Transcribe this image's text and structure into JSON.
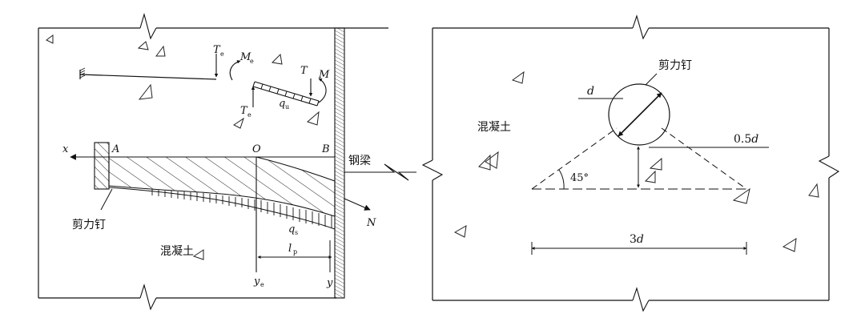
{
  "left": {
    "label_Te_top": "T",
    "label_Te_top_sub": "e",
    "label_Me": "M",
    "label_Me_sub": "e",
    "label_T": "T",
    "label_M": "M",
    "label_Te_bottom": "T",
    "label_Te_bottom_sub": "e",
    "label_qu": "q",
    "label_qu_sub": "u",
    "label_x": "x",
    "label_A": "A",
    "label_O": "O",
    "label_B": "B",
    "label_steel_beam": "钢梁",
    "label_shear_stud": "剪力钉",
    "label_concrete": "混凝土",
    "label_qs": "q",
    "label_qs_sub": "s",
    "label_N": "N",
    "label_lp": "l",
    "label_lp_sub": "p",
    "label_ye": "y",
    "label_ye_sub": "e",
    "label_y": "y"
  },
  "right": {
    "label_shear_stud": "剪力钉",
    "label_d": "d",
    "label_concrete": "混凝土",
    "label_half_d_num": "0.5",
    "label_half_d_var": "d",
    "label_angle": "45°",
    "label_3d_num": "3",
    "label_3d_var": "d"
  }
}
